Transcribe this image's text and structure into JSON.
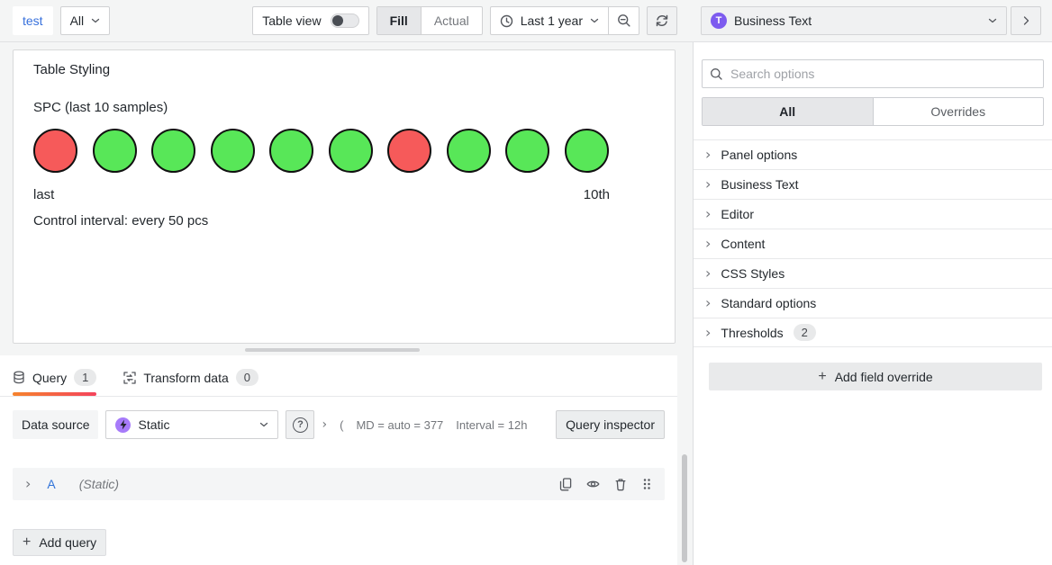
{
  "toolbar": {
    "breadcrumb": "test",
    "template_var": "All",
    "table_view_label": "Table view",
    "fill_label": "Fill",
    "actual_label": "Actual",
    "time_range": "Last 1 year",
    "panel_type": "Business Text"
  },
  "panel": {
    "title": "Table Styling",
    "subtitle": "SPC (last 10 samples)",
    "circles": [
      "red",
      "green",
      "green",
      "green",
      "green",
      "green",
      "red",
      "green",
      "green",
      "green"
    ],
    "colors": {
      "red": "#f65a5a",
      "green": "#58e758"
    },
    "left_label": "last",
    "right_label": "10th",
    "control_text": "Control interval: every 50 pcs"
  },
  "query": {
    "tab_query": "Query",
    "tab_query_count": "1",
    "tab_transform": "Transform data",
    "tab_transform_count": "0",
    "datasource_label": "Data source",
    "datasource_name": "Static",
    "options_truncated": "(",
    "max_data_points": "MD = auto = 377",
    "interval": "Interval = 12h",
    "inspector_label": "Query inspector",
    "ref_id": "A",
    "ref_name": "(Static)",
    "plus": "+",
    "add_query_label": "Add query"
  },
  "sidebar": {
    "search_placeholder": "Search options",
    "tab_all": "All",
    "tab_overrides": "Overrides",
    "sections": [
      {
        "label": "Panel options"
      },
      {
        "label": "Business Text"
      },
      {
        "label": "Editor"
      },
      {
        "label": "Content"
      },
      {
        "label": "CSS Styles"
      },
      {
        "label": "Standard options"
      },
      {
        "label": "Thresholds",
        "badge": "2"
      }
    ],
    "plus": "+",
    "add_override_label": "Add field override"
  }
}
